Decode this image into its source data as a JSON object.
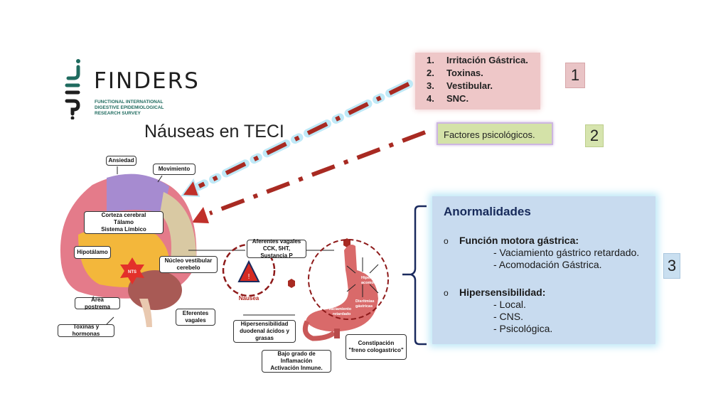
{
  "logo": {
    "name": "FINDERS",
    "subtitle_lines": [
      "FUNCTIONAL INTERNATIONAL",
      "DIGESTIVE EPIDEMIOLOGICAL",
      "RESEARCH SURVEY"
    ],
    "brand_color": "#1f6b5f"
  },
  "title": "Náuseas en TECI",
  "causes_box": {
    "items": [
      {
        "num": "1.",
        "label": "Irritación Gástrica."
      },
      {
        "num": "2.",
        "label": "Toxinas."
      },
      {
        "num": "3.",
        "label": "Vestibular."
      },
      {
        "num": "4.",
        "label": "SNC."
      }
    ],
    "badge": "1",
    "color": "#eec7c8"
  },
  "psych_box": {
    "label": "Factores psicológicos.",
    "badge": "2",
    "color": "#d4e2a8"
  },
  "abnormalities_box": {
    "heading": "Anormalidades",
    "sections": [
      {
        "bullet": "o",
        "title": "Función motora gástrica:",
        "items": [
          "- Vaciamiento gástrico retardado.",
          "- Acomodación Gástrica."
        ]
      },
      {
        "bullet": "o",
        "title": "Hipersensibilidad:",
        "items": [
          "- Local.",
          "- CNS.",
          "- Psicológica."
        ]
      }
    ],
    "badge": "3",
    "color": "#c8dbef"
  },
  "diagram_labels": {
    "ansiedad": "Ansiedad",
    "movimiento": "Movimiento",
    "corteza": [
      "Corteza cerebral",
      "Tálamo",
      "Sistema Límbico"
    ],
    "hipotalamo": "Hipotálamo",
    "nucleo": [
      "Núcleo vestibular",
      "cerebelo"
    ],
    "area_postrema": "Área postrema",
    "toxinas": "Toxinas y hormonas",
    "eferentes": [
      "Eferentes",
      "vagales"
    ],
    "aferentes": [
      "Aferentes vagales",
      "CCK, 5HT, Sustancia P"
    ],
    "nts": "NTS",
    "nausea": "Nausea",
    "nausea_symbol": "!",
    "hipersens_duodenal": [
      "Hipersensibilidad",
      "duodenal ácidos y",
      "grasas"
    ],
    "inflamacion": [
      "Bajo grado de Inflamación",
      "Activación Inmune."
    ],
    "constipacion": [
      "Constipación",
      "\"freno cologastrico\""
    ],
    "stomach_labels": [
      "Hiperalgesia",
      "acomodación",
      "Disritmias",
      "gástricas",
      "Vaciamiento",
      "retardado"
    ]
  }
}
